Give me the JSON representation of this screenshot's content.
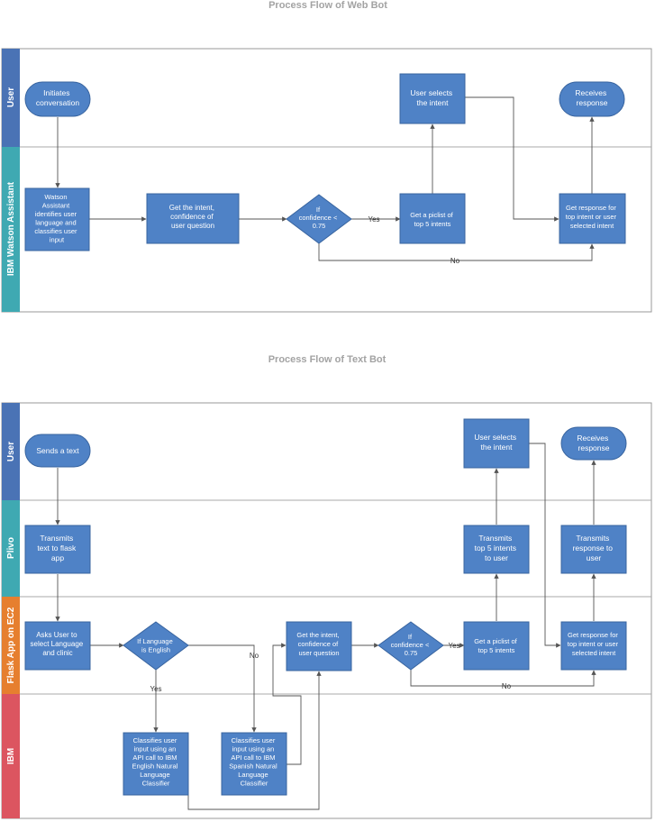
{
  "colors": {
    "node_fill": "#4f82c6",
    "node_stroke": "#38649f",
    "lane_user": "#4a73b5",
    "lane_ibm_watson": "#3fa9b2",
    "lane_plivo": "#3fa9b2",
    "lane_flask": "#e67f2f",
    "lane_ibm": "#dc5560"
  },
  "web_bot": {
    "title": "Process Flow of Web Bot",
    "lanes": {
      "user": "User",
      "watson": "IBM Watson Assistant"
    },
    "nodes": {
      "initiates": [
        "Initiates",
        "conversation"
      ],
      "user_selects": [
        "User selects",
        "the intent"
      ],
      "receives": [
        "Receives",
        "response"
      ],
      "watson_identifies": [
        "Watson",
        "Assistant",
        "identifies user",
        "language and",
        "classifies user",
        "input"
      ],
      "get_intent": [
        "Get the intent,",
        "confidence of",
        "user question"
      ],
      "confidence": [
        "If",
        "confidence <",
        "0.75"
      ],
      "piclist": [
        "Get a piclist  of",
        "top 5 intents"
      ],
      "get_response": [
        "Get response for",
        "top intent or user",
        "selected intent"
      ]
    },
    "edge_labels": {
      "yes": "Yes",
      "no": "No"
    }
  },
  "text_bot": {
    "title": "Process Flow of Text Bot",
    "lanes": {
      "user": "User",
      "plivo": "Plivo",
      "flask": "Flask App on EC2",
      "ibm": "IBM"
    },
    "nodes": {
      "sends": [
        "Sends a text"
      ],
      "user_selects": [
        "User selects",
        "the intent"
      ],
      "receives": [
        "Receives",
        "response"
      ],
      "transmits_text": [
        "Transmits",
        "text to flask",
        "app"
      ],
      "transmits_top5": [
        "Transmits",
        "top 5 intents",
        "to user"
      ],
      "transmits_response": [
        "Transmits",
        "response to",
        "user"
      ],
      "asks_user": [
        "Asks User to",
        "select Language",
        "and clinic"
      ],
      "language_english": [
        "If Language",
        "is English"
      ],
      "get_intent": [
        "Get the intent,",
        "confidence of",
        "user question"
      ],
      "confidence": [
        "If",
        "confidence <",
        "0.75"
      ],
      "piclist": [
        "Get a piclist  of",
        "top 5 intents"
      ],
      "get_response": [
        "Get response for",
        "top intent or user",
        "selected intent"
      ],
      "english_classifier": [
        "Classifies user",
        "input using an",
        "API call to IBM",
        "English Natural",
        "Language",
        "Classifier"
      ],
      "spanish_classifier": [
        "Classifies user",
        "input using an",
        "API call to IBM",
        "Spanish Natural",
        "Language",
        "Classifier"
      ]
    },
    "edge_labels": {
      "yes": "Yes",
      "no": "No",
      "lang_yes": "Yes",
      "lang_no": "No"
    }
  }
}
